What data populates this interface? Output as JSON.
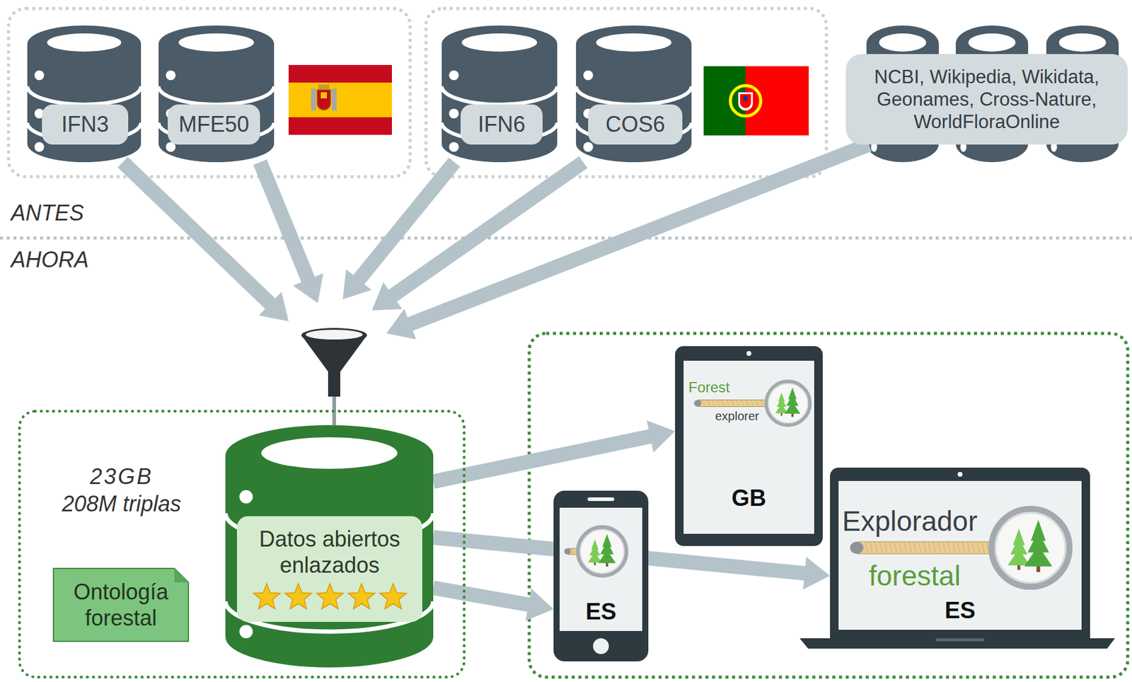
{
  "diagram": {
    "nodes": [
      {
        "text": [
          "IFN3"
        ]
      },
      {
        "text": [
          "MFE50"
        ]
      },
      {
        "text": [
          "IFN6"
        ]
      },
      {
        "text": [
          "COS6"
        ]
      },
      {
        "text": [
          "NCBI, Wikipedia, Wikidata, Geonames, Cross-Nature, WorldFloraOnline"
        ]
      },
      {
        "text": [
          "23GB 208M triplas"
        ]
      },
      {
        "text": [
          "Ontología forestal"
        ],
        "in": 5
      },
      {
        "text": [
          "Datos abiertos enlazados"
        ],
        "in": 5
      },
      {
        "text": [
          "Forest",
          "explorer",
          "GB"
        ]
      },
      {
        "text": [
          "ES"
        ]
      },
      {
        "text": [
          "Explorador",
          "forestal",
          "ES"
        ]
      }
    ],
    "edges": [
      {
        "from": 0,
        "to": 7,
        "arrow": "to"
      },
      {
        "from": 1,
        "to": 7,
        "arrow": "to"
      },
      {
        "from": 2,
        "to": 7,
        "arrow": "to"
      },
      {
        "from": 3,
        "to": 7,
        "arrow": "to"
      },
      {
        "from": 4,
        "to": 7,
        "arrow": "to"
      },
      {
        "from": 7,
        "to": 8,
        "arrow": "to"
      },
      {
        "from": 7,
        "to": 9,
        "arrow": "to"
      },
      {
        "from": 7,
        "to": 10,
        "arrow": "to"
      }
    ],
    "labels": [
      "ANTES",
      "AHORA"
    ]
  }
}
